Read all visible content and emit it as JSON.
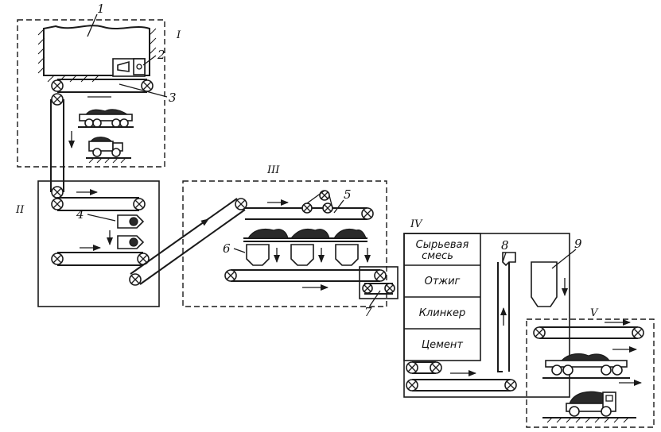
{
  "diagram": {
    "sections": [
      "I",
      "II",
      "III",
      "IV",
      "V"
    ],
    "labels": [
      "1",
      "2",
      "3",
      "4",
      "5",
      "6",
      "7",
      "8",
      "9"
    ],
    "process_stages": [
      {
        "line1": "Сырьевая",
        "line2": "смесь"
      },
      {
        "line1": "Отжиг",
        "line2": ""
      },
      {
        "line1": "Клинкер",
        "line2": ""
      },
      {
        "line1": "Цемент",
        "line2": ""
      }
    ]
  }
}
